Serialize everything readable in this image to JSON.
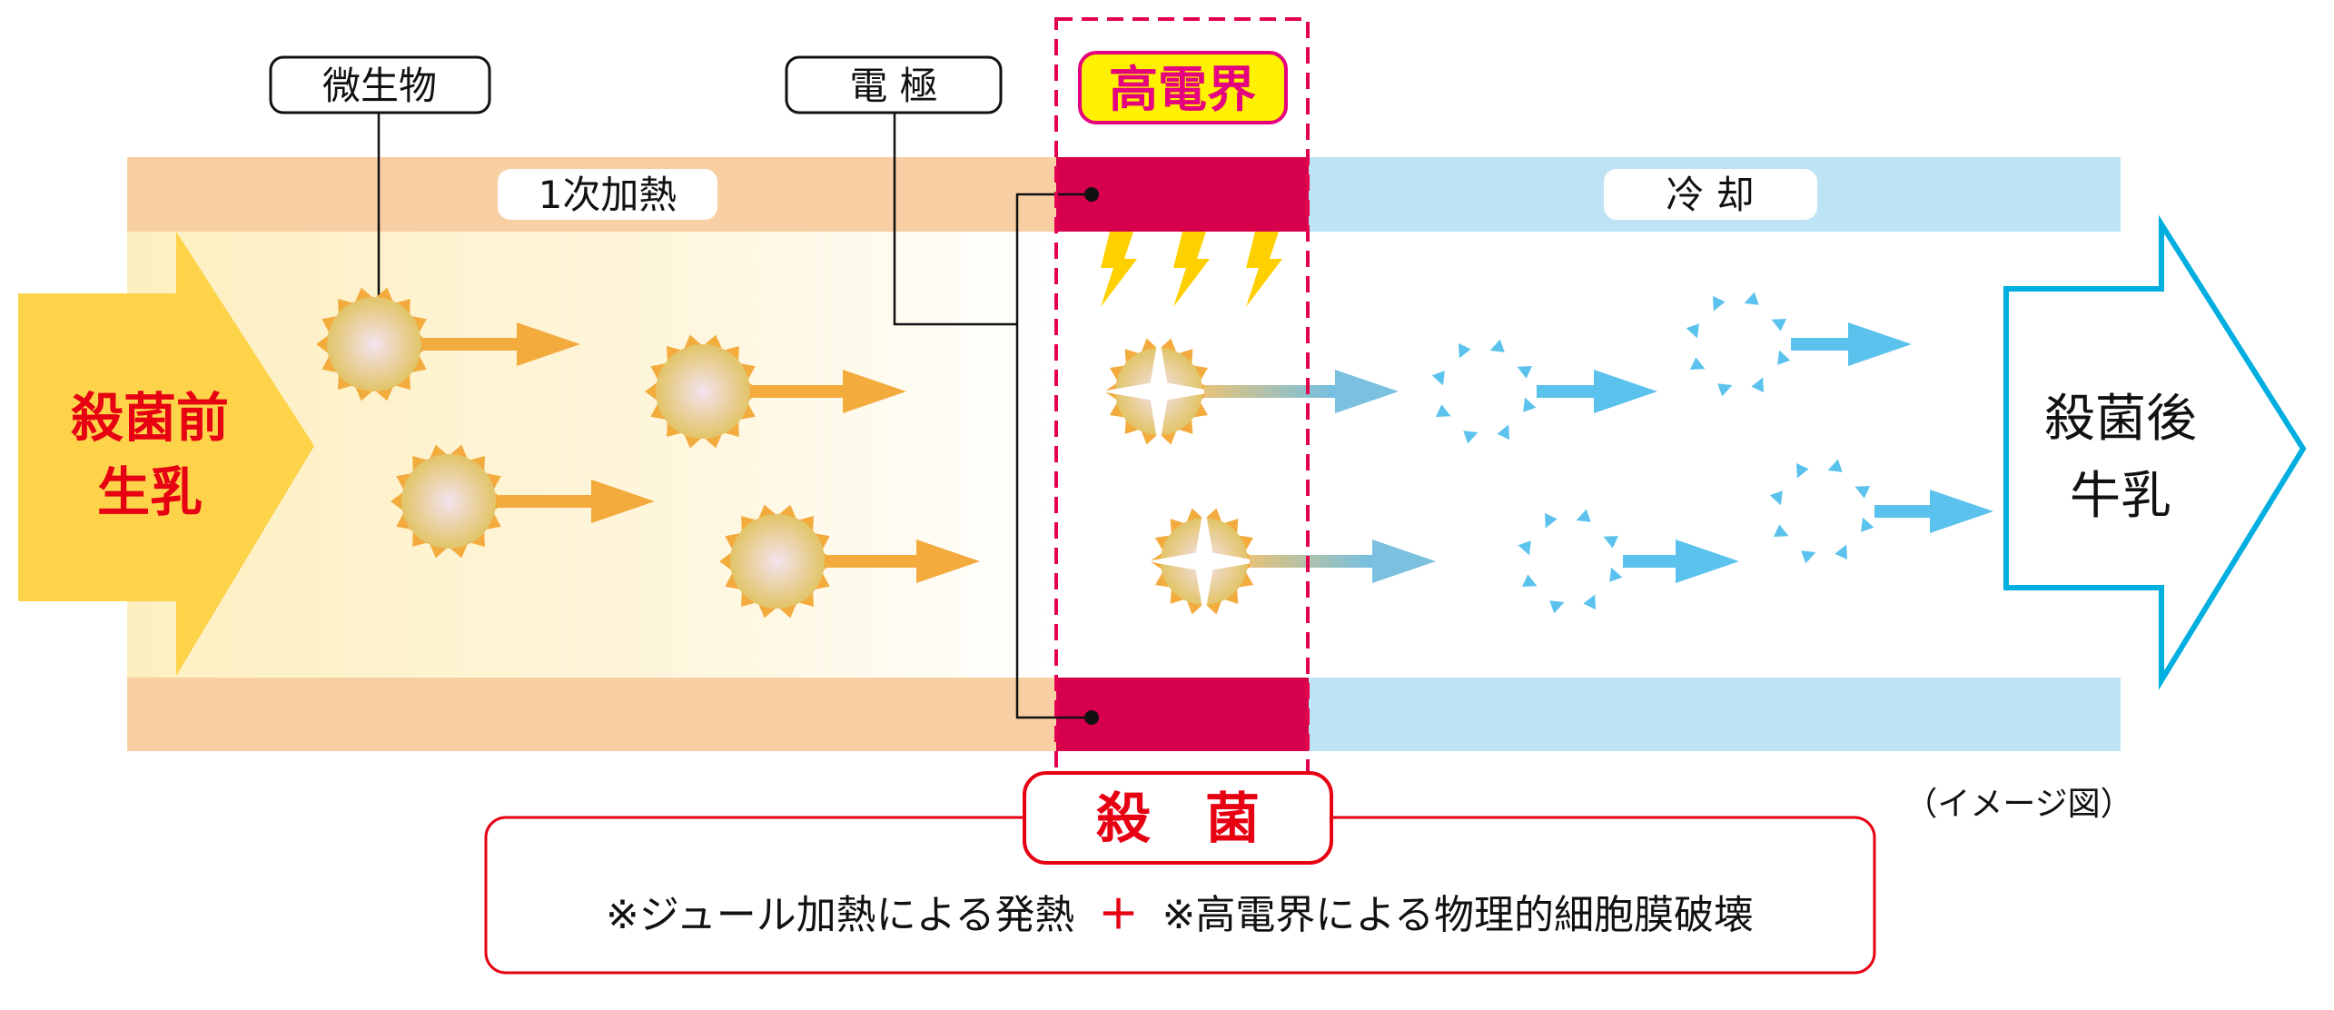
{
  "labels": {
    "microbe": "微生物",
    "electrode": "電 極",
    "high_field": "高電界",
    "primary_heating": "1次加熱",
    "cooling": "冷 却",
    "before_line1": "殺菌前",
    "before_line2": "生乳",
    "after_line1": "殺菌後",
    "after_line2": "牛乳",
    "sterilization": "殺　菌",
    "image_note": "（イメージ図）"
  },
  "explanation": {
    "part1": "※ジュール加熱による発熱",
    "plus": "＋",
    "part2": "※高電界による物理的細胞膜破壊"
  },
  "colors": {
    "heating_band": "#f8cfa3",
    "electrode": "#d6004d",
    "cooling_band": "#bde3f4",
    "input_arrow": "#fdd34a",
    "output_arrow": "#00aee0",
    "accent_red": "#e60012",
    "highlight_yellow": "#fff100",
    "orange_arrow": "#f3ab3e",
    "blue_arrow": "#5bc2ee"
  }
}
